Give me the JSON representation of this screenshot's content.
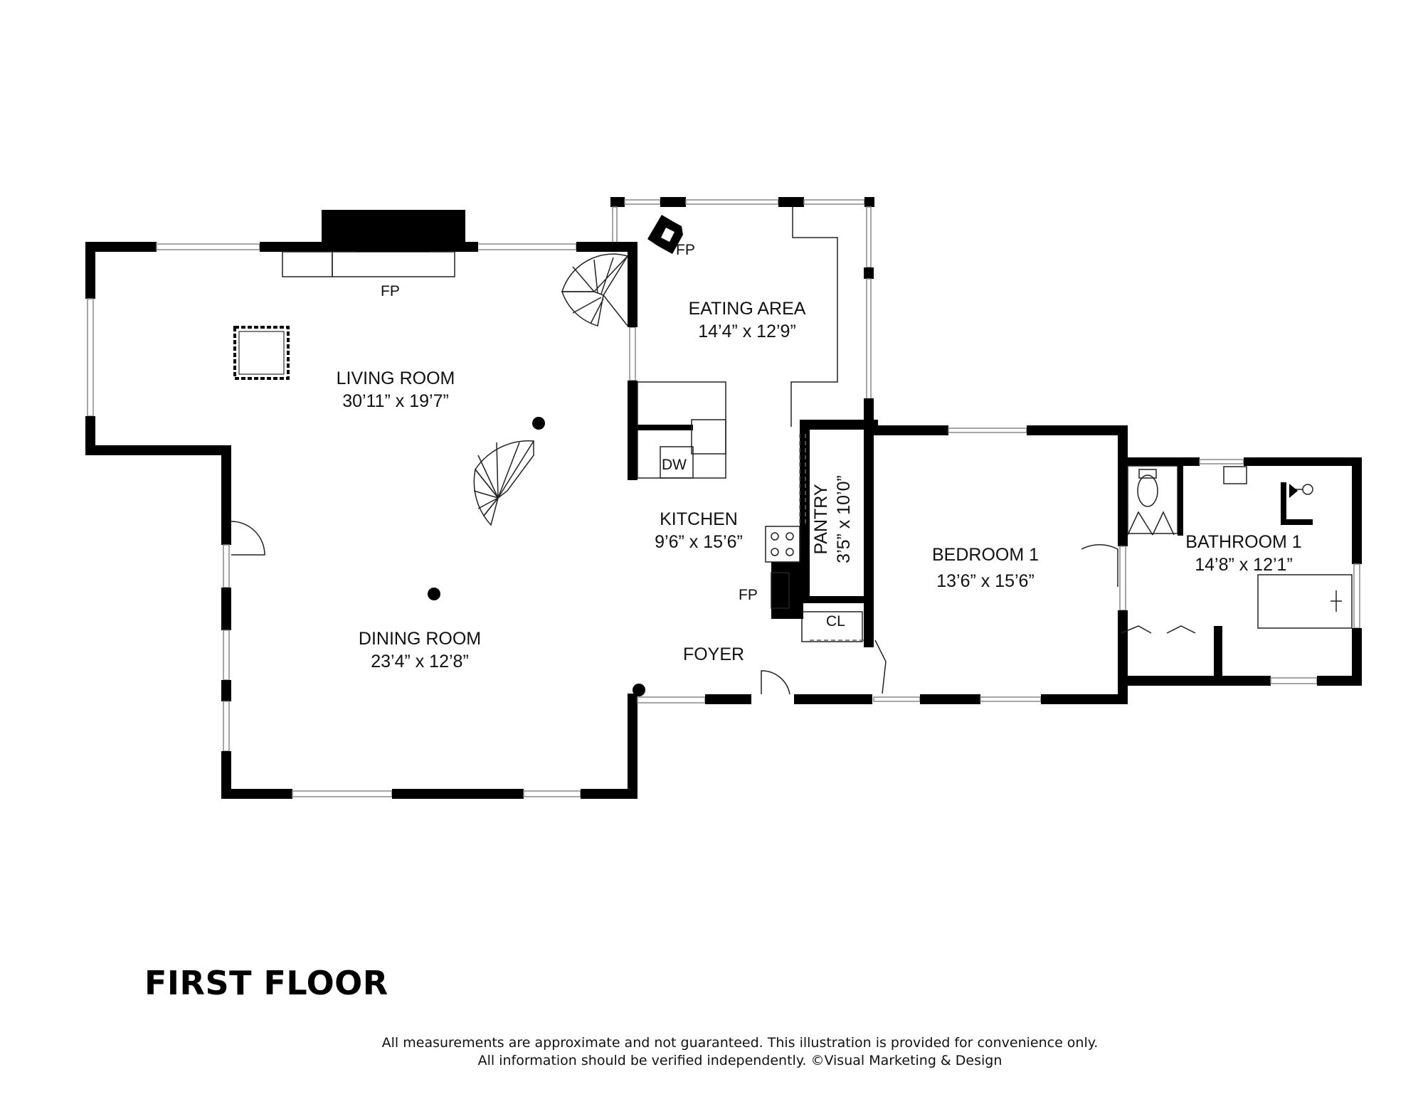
{
  "rooms": {
    "living": {
      "name": "LIVING ROOM",
      "dims": "30’11” x 19’7”"
    },
    "dining": {
      "name": "DINING ROOM",
      "dims": "23’4” x 12’8”"
    },
    "eating": {
      "name": "EATING AREA",
      "dims": "14’4” x 12’9”"
    },
    "kitchen": {
      "name": "KITCHEN",
      "dims": "9’6” x 15’6”"
    },
    "pantry": {
      "name": "PANTRY",
      "dims": "3’5” x 10’0”"
    },
    "bedroom1": {
      "name": "BEDROOM 1",
      "dims": "13’6” x 15’6”"
    },
    "bathroom1": {
      "name": "BATHROOM 1",
      "dims": "14’8” x 12’1”"
    },
    "foyer": {
      "name": "FOYER"
    }
  },
  "labels": {
    "fp_living": "FP",
    "fp_eating": "FP",
    "fp_kitchen": "FP",
    "dw": "DW",
    "cl": "CL"
  },
  "floor_title": "FIRST FLOOR",
  "disclaimer": {
    "line1": "All measurements are approximate and not guaranteed. This illustration is provided for convenience only.",
    "line2": "All information should be verified independently. ©Visual Marketing & Design"
  }
}
